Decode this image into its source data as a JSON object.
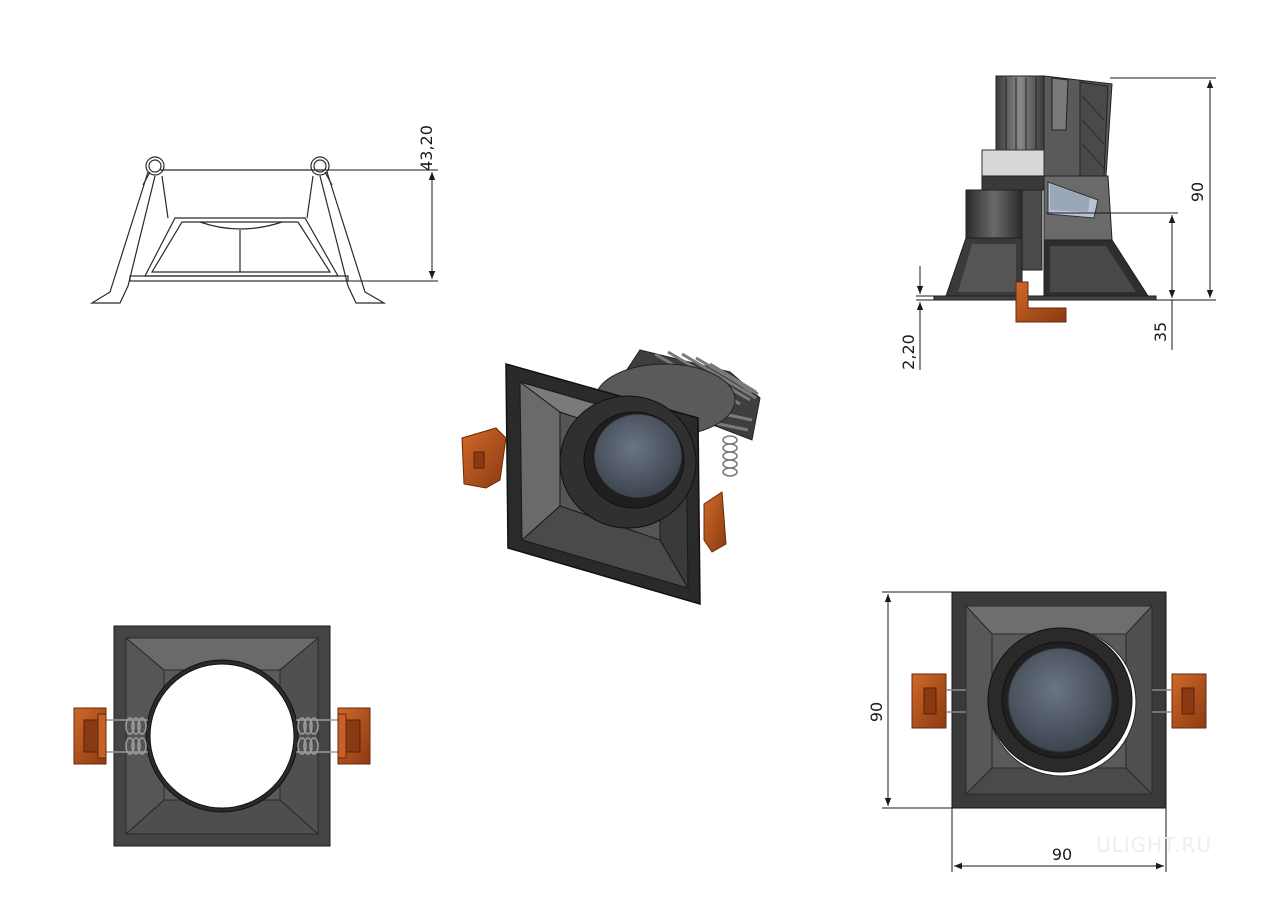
{
  "drawing": {
    "dimensions": {
      "side_height": "43,20",
      "section_height": "90",
      "section_lower_height": "35",
      "flange_thickness": "2,20",
      "front_height": "90",
      "front_width": "90"
    },
    "watermark": "ULIGHT.RU",
    "colors": {
      "housing": "#3b3b3b",
      "housing_dark": "#262626",
      "clip": "#b5531d",
      "clip_dark": "#7a3410",
      "lens": "#4f5866",
      "line": "#1a1a1a"
    }
  }
}
